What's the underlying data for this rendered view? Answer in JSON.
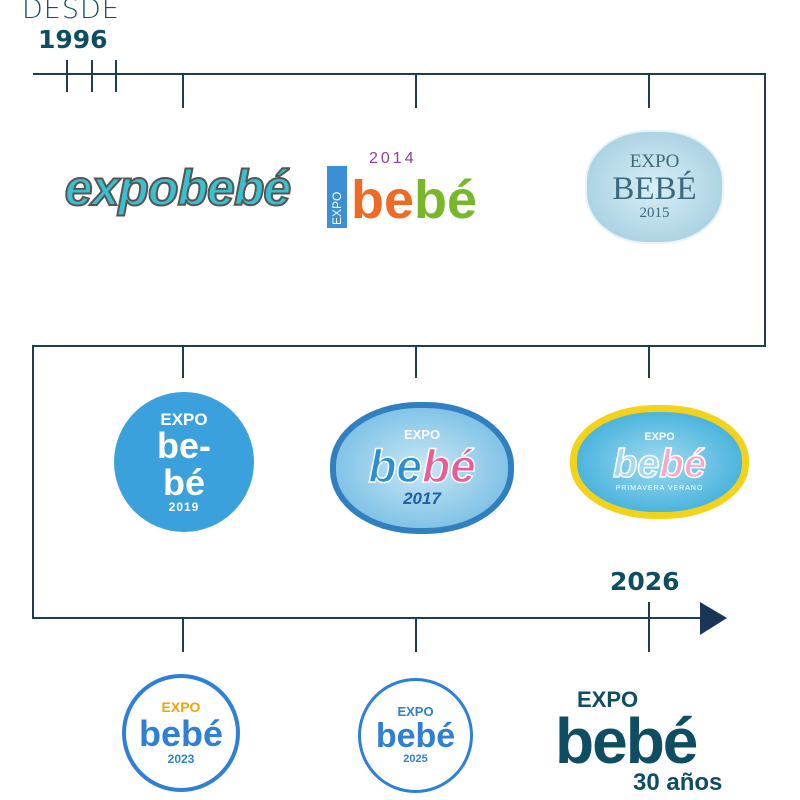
{
  "header": {
    "desde": "DESDE",
    "start_year": "1996"
  },
  "end_year": "2026",
  "colors": {
    "line": "#1f3a55",
    "text": "#0f4d63"
  },
  "logos": [
    {
      "id": "1996",
      "text": "expobebé"
    },
    {
      "id": "2014",
      "expo": "EXPO",
      "year": "2014",
      "bebe_a": "be",
      "bebe_b": "bé"
    },
    {
      "id": "2015",
      "expo": "EXPO",
      "bebe": "BEBÉ",
      "year": "2015"
    },
    {
      "id": "2019",
      "expo": "EXPO",
      "line1": "be-",
      "line2": "bé",
      "year": "2019"
    },
    {
      "id": "2017",
      "expo": "EXPO",
      "bebe_a": "be",
      "bebe_b": "bé",
      "year": "2017"
    },
    {
      "id": "primavera",
      "expo": "EXPO",
      "bebe_a": "be",
      "bebe_b": "bé",
      "subtitle": "PRIMAVERA VERANO"
    },
    {
      "id": "2023",
      "expo": "EXPO",
      "bebe": "bebé",
      "year": "2023"
    },
    {
      "id": "2025",
      "expo": "EXPO",
      "bebe": "bebé",
      "year": "2025"
    },
    {
      "id": "2026",
      "expo": "EXPO",
      "bebe": "bebé",
      "anniversary": "30 años"
    }
  ]
}
